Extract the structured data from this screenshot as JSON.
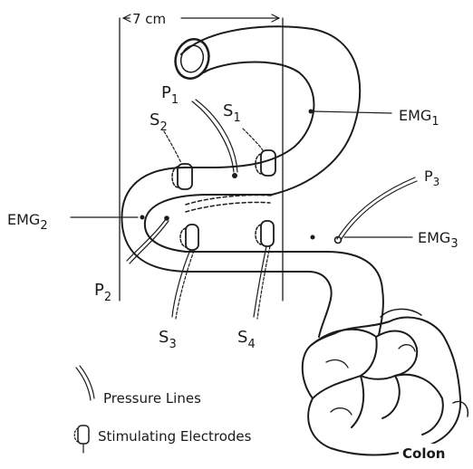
{
  "scale_label": "7 cm",
  "electrodes": {
    "s1": {
      "letter": "S",
      "sub": "1"
    },
    "s2": {
      "letter": "S",
      "sub": "2"
    },
    "s3": {
      "letter": "S",
      "sub": "3"
    },
    "s4": {
      "letter": "S",
      "sub": "4"
    }
  },
  "pressure": {
    "p1": {
      "letter": "P",
      "sub": "1"
    },
    "p2": {
      "letter": "P",
      "sub": "2"
    },
    "p3": {
      "letter": "P",
      "sub": "3"
    }
  },
  "emg": {
    "emg1": {
      "letter": "EMG",
      "sub": "1"
    },
    "emg2": {
      "letter": "EMG",
      "sub": "2"
    },
    "emg3": {
      "letter": "EMG",
      "sub": "3"
    }
  },
  "legend": {
    "pressure_lines": "Pressure Lines",
    "stimulating_electrodes": "Stimulating Electrodes"
  },
  "colon_label": "Colon"
}
